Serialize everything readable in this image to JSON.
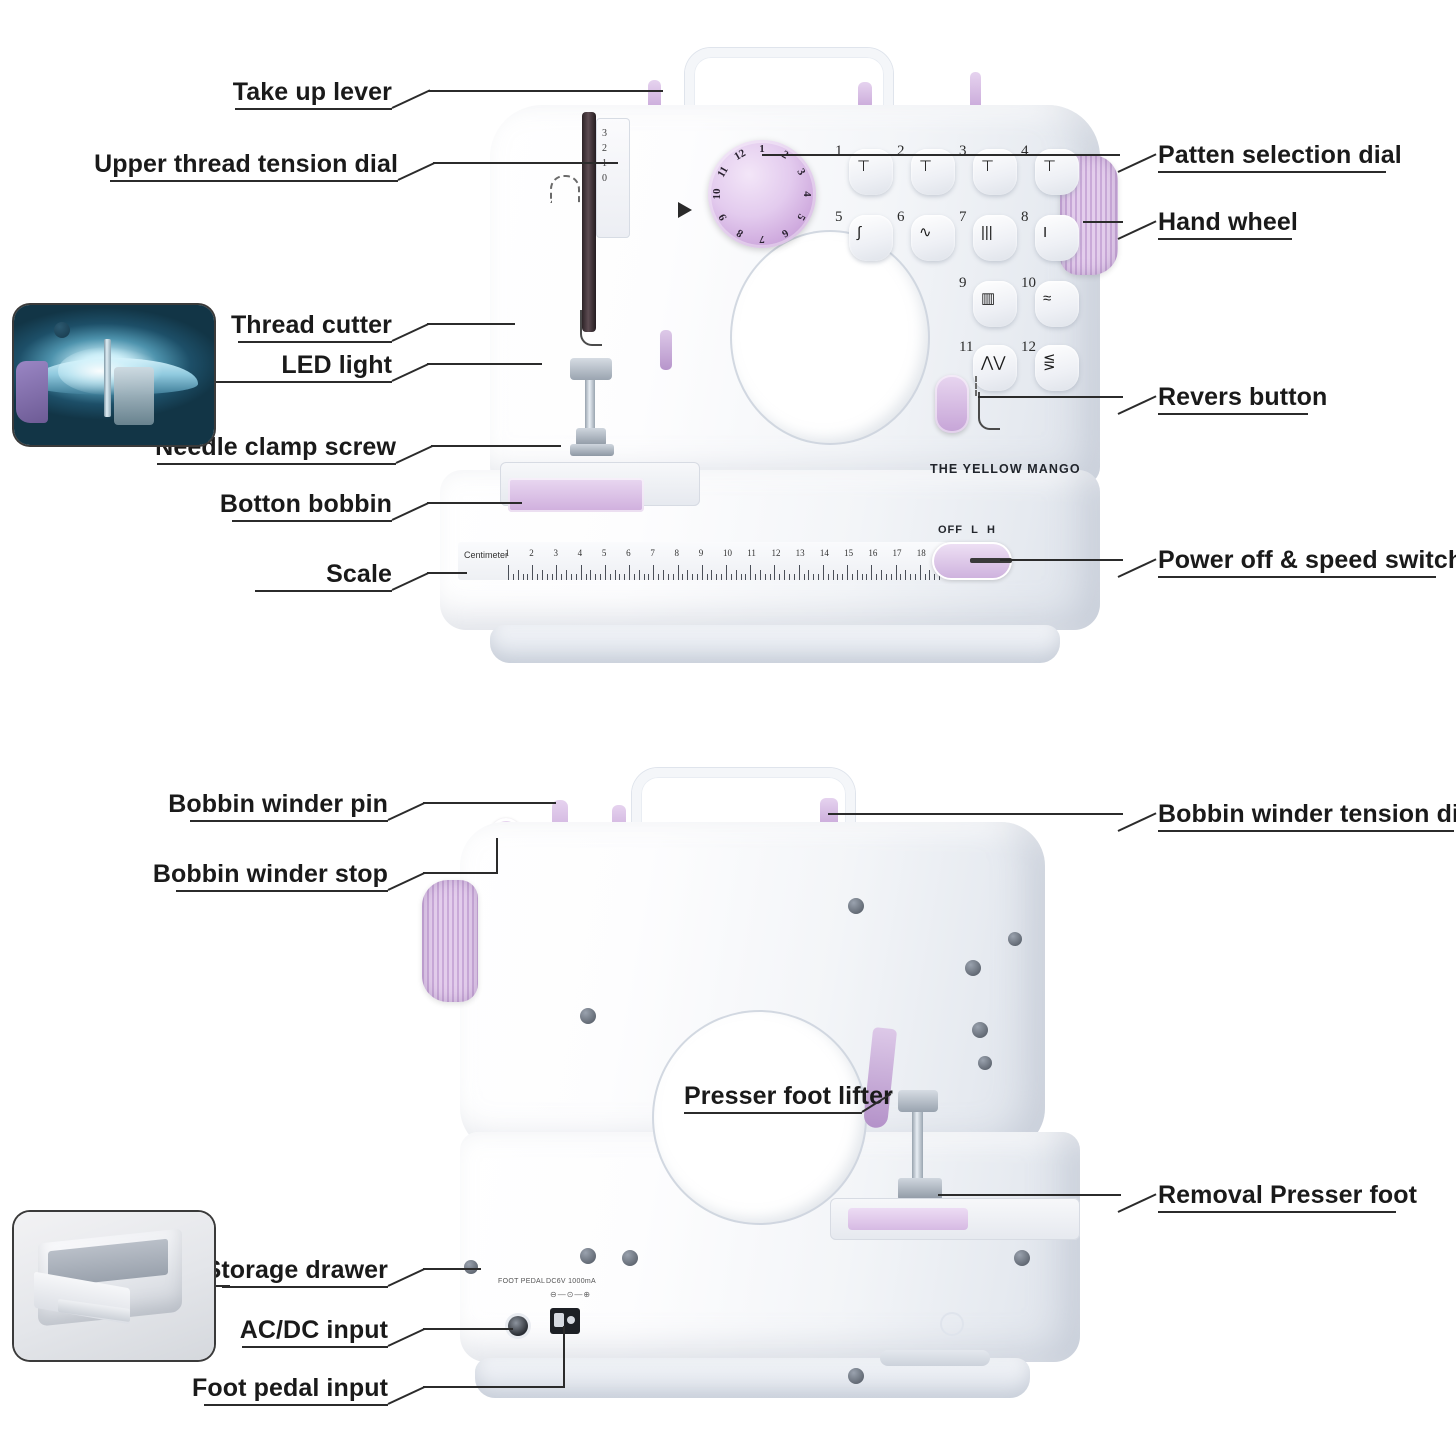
{
  "document": {
    "type": "product-annotated-diagram",
    "subject": "portable sewing machine",
    "brand": "THE YELLOW MANGO",
    "accent_color": "#c9a9d8",
    "body_color": "#f4f6f9",
    "label_color": "#1a1a1a"
  },
  "front_view": {
    "labels_left": [
      {
        "id": "take-up-lever",
        "text": "Take up lever"
      },
      {
        "id": "upper-thread-tension-dial",
        "text": "Upper thread tension dial"
      },
      {
        "id": "thread-cutter",
        "text": "Thread cutter"
      },
      {
        "id": "led-light",
        "text": "LED light"
      },
      {
        "id": "needle-clamp-screw",
        "text": "Needle clamp screw"
      },
      {
        "id": "botton-bobbin",
        "text": "Botton bobbin"
      },
      {
        "id": "scale",
        "text": "Scale"
      }
    ],
    "labels_right": [
      {
        "id": "patten-selection-dial",
        "text": "Patten selection dial"
      },
      {
        "id": "hand-wheel",
        "text": "Hand wheel"
      },
      {
        "id": "revers-button",
        "text": "Revers button"
      },
      {
        "id": "power-off-speed-switch",
        "text": "Power off & speed switch"
      }
    ],
    "pattern_dial": {
      "name": "pattern-selection-dial",
      "numbers": [
        "1",
        "2",
        "3",
        "4",
        "5",
        "6",
        "7",
        "8",
        "9",
        "10",
        "11",
        "12"
      ]
    },
    "stitch_buttons": [
      {
        "number": "1",
        "glyph": "⊤"
      },
      {
        "number": "2",
        "glyph": "⊤"
      },
      {
        "number": "3",
        "glyph": "⊤"
      },
      {
        "number": "4",
        "glyph": "⊤"
      },
      {
        "number": "5",
        "glyph": "∫"
      },
      {
        "number": "6",
        "glyph": "∿"
      },
      {
        "number": "7",
        "glyph": "|||"
      },
      {
        "number": "8",
        "glyph": "I"
      },
      {
        "number": "9",
        "glyph": "▥"
      },
      {
        "number": "10",
        "glyph": "≈"
      },
      {
        "number": "11",
        "glyph": "⋀⋁"
      },
      {
        "number": "12",
        "glyph": "⋚"
      }
    ],
    "tension_dial_numbers": [
      "0",
      "1",
      "2",
      "3"
    ],
    "scale": {
      "caption": "Centimeter",
      "ticks": [
        "1",
        "2",
        "3",
        "4",
        "5",
        "6",
        "7",
        "8",
        "9",
        "10",
        "11",
        "12",
        "13",
        "14",
        "15",
        "16",
        "17",
        "18"
      ]
    },
    "speed_switch": {
      "options": [
        "OFF",
        "L",
        "H"
      ]
    },
    "led_inset": {
      "name": "led-light-photo",
      "caption": ""
    }
  },
  "back_view": {
    "labels_left": [
      {
        "id": "bobbin-winder-pin",
        "text": "Bobbin winder pin"
      },
      {
        "id": "bobbin-winder-stop",
        "text": "Bobbin winder stop"
      },
      {
        "id": "storage-drawer",
        "text": "Storage drawer"
      },
      {
        "id": "ac-dc-input",
        "text": "AC/DC input"
      },
      {
        "id": "foot-pedal-input",
        "text": "Foot pedal input"
      }
    ],
    "labels_right": [
      {
        "id": "bobbin-winder-tension-disk",
        "text": "Bobbin winder tension disk"
      },
      {
        "id": "removal-presser-foot",
        "text": "Removal Presser foot"
      }
    ],
    "labels_inner": [
      {
        "id": "presser-foot-lifter",
        "text": "Presser foot lifter"
      }
    ],
    "port_markings": [
      {
        "id": "foot-pedal-marking",
        "text": "FOOT PEDAL"
      },
      {
        "id": "dc-input-marking",
        "text": "DC6V 1000mA"
      }
    ],
    "drawer_inset": {
      "name": "storage-drawer-photo",
      "caption": ""
    }
  }
}
